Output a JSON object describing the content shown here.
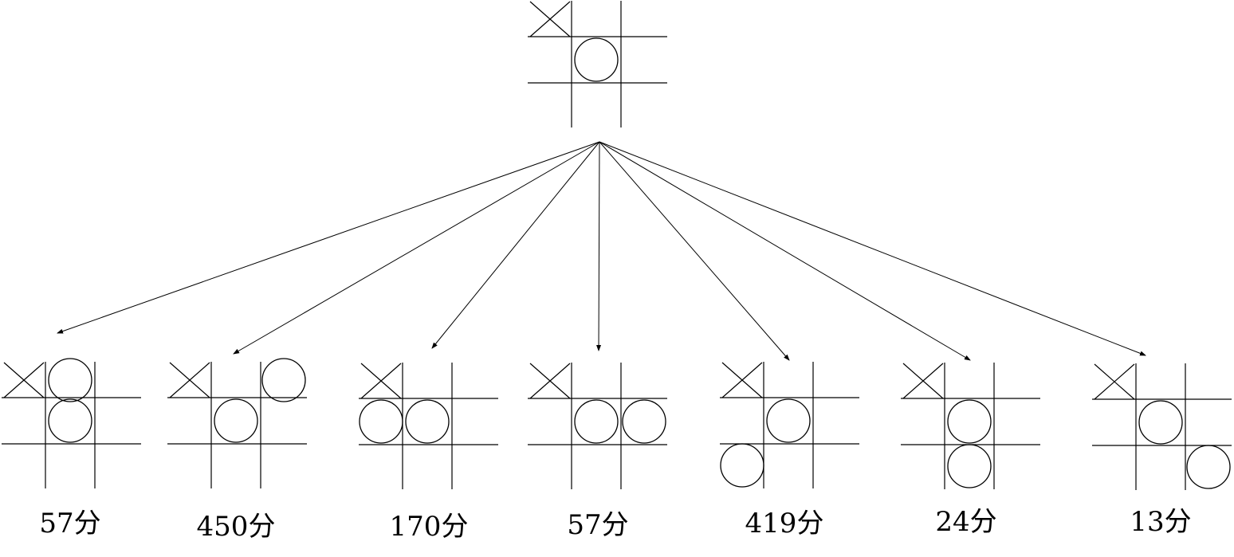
{
  "root": {
    "cells": [
      "X",
      "",
      "",
      "",
      "O",
      "",
      "",
      "",
      ""
    ]
  },
  "children": [
    {
      "cells": [
        "X",
        "O",
        "",
        "",
        "O",
        "",
        "",
        "",
        ""
      ],
      "score": "57分"
    },
    {
      "cells": [
        "X",
        "",
        "O",
        "",
        "O",
        "",
        "",
        "",
        ""
      ],
      "score": "450分"
    },
    {
      "cells": [
        "X",
        "",
        "",
        "O",
        "O",
        "",
        "",
        "",
        ""
      ],
      "score": "170分"
    },
    {
      "cells": [
        "X",
        "",
        "",
        "",
        "O",
        "O",
        "",
        "",
        ""
      ],
      "score": "57分"
    },
    {
      "cells": [
        "X",
        "",
        "",
        "",
        "O",
        "",
        "O",
        "",
        ""
      ],
      "score": "419分"
    },
    {
      "cells": [
        "X",
        "",
        "",
        "",
        "O",
        "",
        "",
        "O",
        ""
      ],
      "score": "24分"
    },
    {
      "cells": [
        "X",
        "",
        "",
        "",
        "O",
        "",
        "",
        "",
        "O"
      ],
      "score": "13分"
    }
  ]
}
